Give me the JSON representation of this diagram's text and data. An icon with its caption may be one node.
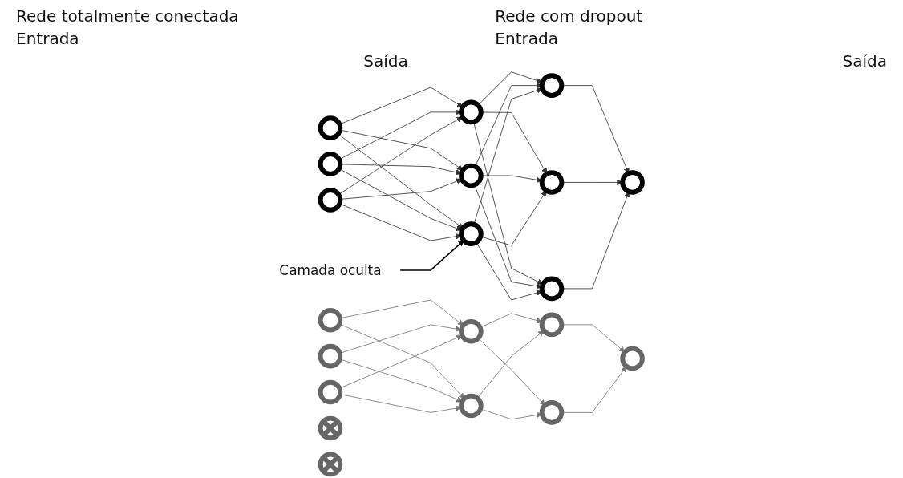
{
  "diagram": {
    "nodes": [
      {
        "text": [],
        "shape": "circle"
      },
      {
        "text": [],
        "shape": "circle"
      },
      {
        "text": [],
        "shape": "circle"
      },
      {
        "text": [],
        "shape": "circle"
      },
      {
        "text": [],
        "shape": "circle"
      },
      {
        "text": [],
        "shape": "circle"
      },
      {
        "text": [],
        "shape": "circle"
      },
      {
        "text": [],
        "shape": "circle"
      },
      {
        "text": [],
        "shape": "circle"
      },
      {
        "text": [],
        "shape": "circle"
      },
      {
        "text": [
          "Camada oculta"
        ]
      },
      {
        "text": [],
        "shape": "circle"
      },
      {
        "text": [],
        "shape": "circle"
      },
      {
        "text": [],
        "shape": "circle"
      },
      {
        "text": [],
        "shape": "circle"
      },
      {
        "text": [],
        "shape": "circle"
      },
      {
        "text": [],
        "shape": "circle"
      },
      {
        "text": [],
        "shape": "circle"
      },
      {
        "text": [],
        "shape": "circle"
      },
      {
        "text": [],
        "shape": "circle"
      },
      {
        "text": [],
        "shape": "circle"
      }
    ],
    "edges": [
      {
        "from": 0,
        "to": 3,
        "arrow": "to"
      },
      {
        "from": 0,
        "to": 4,
        "arrow": "to"
      },
      {
        "from": 0,
        "to": 5,
        "arrow": "to"
      },
      {
        "from": 1,
        "to": 3,
        "arrow": "to"
      },
      {
        "from": 1,
        "to": 4,
        "arrow": "to"
      },
      {
        "from": 1,
        "to": 5,
        "arrow": "to"
      },
      {
        "from": 2,
        "to": 3,
        "arrow": "to"
      },
      {
        "from": 2,
        "to": 4,
        "arrow": "to"
      },
      {
        "from": 2,
        "to": 5,
        "arrow": "to"
      },
      {
        "from": 3,
        "to": 6,
        "arrow": "to"
      },
      {
        "from": 3,
        "to": 7,
        "arrow": "to"
      },
      {
        "from": 3,
        "to": 8,
        "arrow": "to"
      },
      {
        "from": 4,
        "to": 6,
        "arrow": "to"
      },
      {
        "from": 4,
        "to": 7,
        "arrow": "to"
      },
      {
        "from": 4,
        "to": 8,
        "arrow": "to"
      },
      {
        "from": 5,
        "to": 6,
        "arrow": "to"
      },
      {
        "from": 5,
        "to": 7,
        "arrow": "to"
      },
      {
        "from": 5,
        "to": 8,
        "arrow": "to"
      },
      {
        "from": 6,
        "to": 9,
        "arrow": "to"
      },
      {
        "from": 7,
        "to": 9,
        "arrow": "to"
      },
      {
        "from": 8,
        "to": 9,
        "arrow": "to"
      },
      {
        "from": 10,
        "to": 5,
        "arrow": "to"
      },
      {
        "from": 11,
        "to": 15,
        "arrow": "to"
      },
      {
        "from": 11,
        "to": 16,
        "arrow": "to"
      },
      {
        "from": 12,
        "to": 15,
        "arrow": "to"
      },
      {
        "from": 12,
        "to": 16,
        "arrow": "to"
      },
      {
        "from": 13,
        "to": 15,
        "arrow": "to"
      },
      {
        "from": 13,
        "to": 16,
        "arrow": "to"
      },
      {
        "from": 15,
        "to": 17,
        "arrow": "to"
      },
      {
        "from": 15,
        "to": 19,
        "arrow": "to"
      },
      {
        "from": 16,
        "to": 17,
        "arrow": "to"
      },
      {
        "from": 16,
        "to": 19,
        "arrow": "to"
      },
      {
        "from": 17,
        "to": 20,
        "arrow": "to"
      },
      {
        "from": 19,
        "to": 20,
        "arrow": "to"
      }
    ],
    "labels": [
      "Rede totalmente conectada",
      "Rede com dropout",
      "Entrada",
      "Entrada",
      "Saída",
      "Saída"
    ]
  }
}
